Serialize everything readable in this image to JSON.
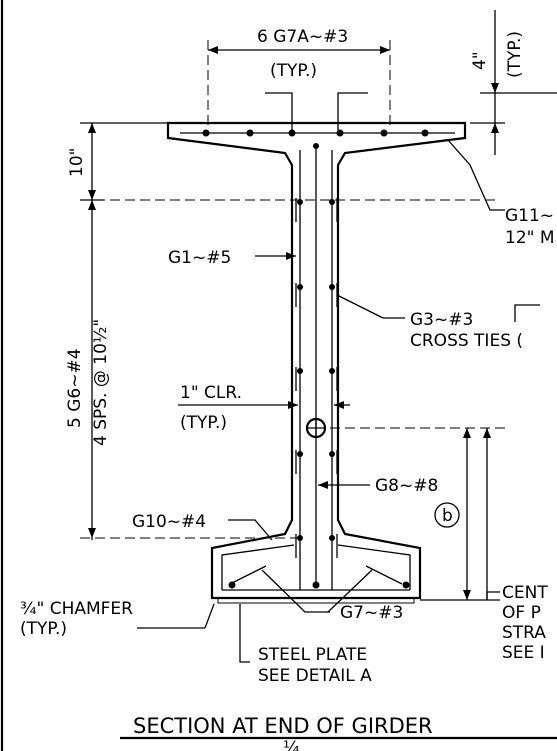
{
  "labels": {
    "top_bars": "6 G7A~#3",
    "top_bars_typ": "(TYP.)",
    "typ_4in": "4\"",
    "typ_4in_note": "(TYP.)",
    "dim_10in": "10\"",
    "g11": "G11~",
    "g11_spacing": "12\" M",
    "g1": "G1~#5",
    "g6": "5 G6~#4",
    "g6_spacing": "4 SPS. @ 10½\"",
    "g3": "G3~#3",
    "cross_ties": "CROSS TIES (",
    "clr": "1\" CLR.",
    "clr_typ": "(TYP.)",
    "g8": "G8~#8",
    "dim_b": "b",
    "g10": "G10~#4",
    "center_1": "CENT",
    "center_2": "OF P",
    "center_3": "STRA",
    "center_4": "SEE I",
    "chamfer": "¾\" CHAMFER",
    "chamfer_typ": "(TYP.)",
    "g7": "G7~#3",
    "steel_plate": "STEEL PLATE",
    "see_detail": "SEE DETAIL A",
    "section_title": "SECTION AT END OF GIRDER",
    "scale_fragment": "¼"
  }
}
